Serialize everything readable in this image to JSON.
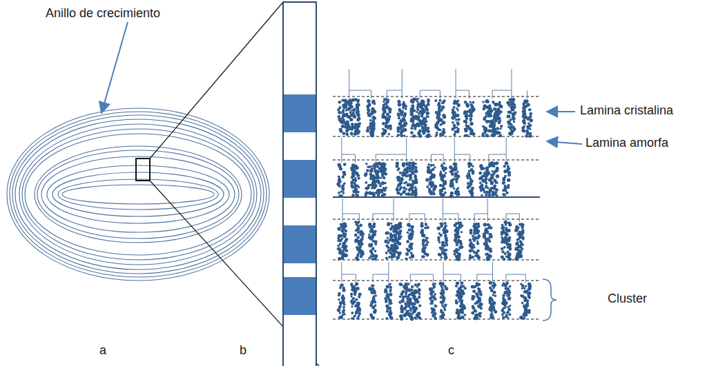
{
  "diagram": {
    "labels": [
      "Anillo de crecimiento",
      "Lamina cristalina",
      "Lamina amorfa",
      "Cluster",
      "a",
      "b",
      "c"
    ]
  }
}
